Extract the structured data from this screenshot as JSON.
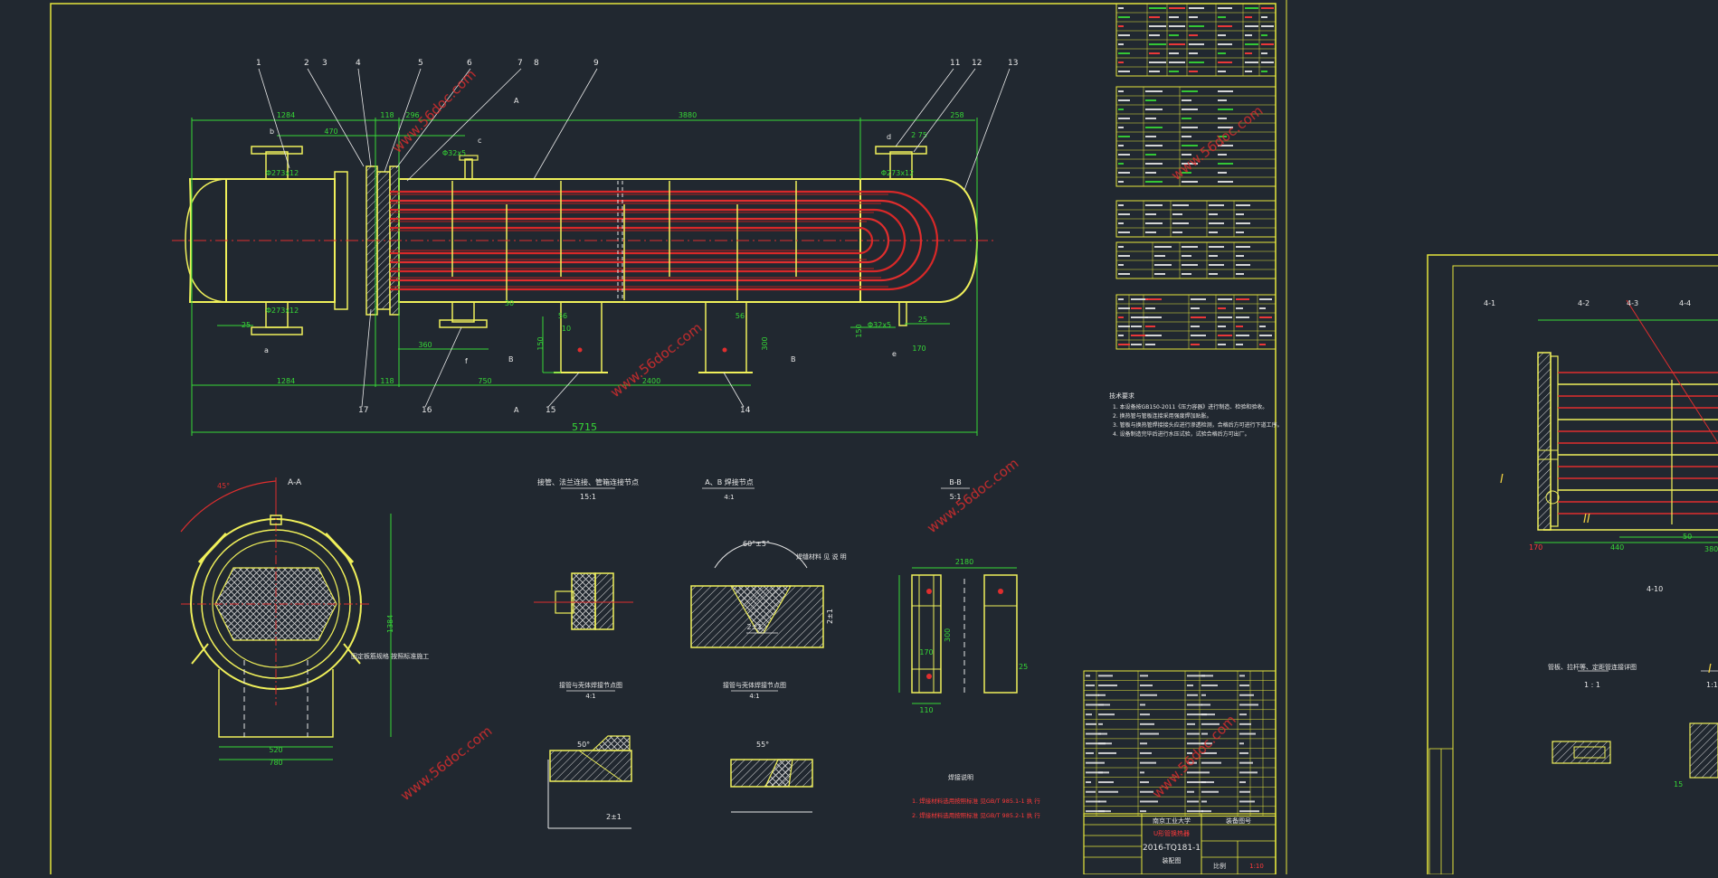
{
  "drawing": {
    "dim_total_length": "5715",
    "dim_upper": [
      "1284",
      "118",
      "296",
      "3880",
      "258"
    ],
    "dim_lower": [
      "1284",
      "118",
      "750",
      "2400"
    ],
    "dim_nozzles": [
      "470",
      "2 75",
      "Φ273x12",
      "Φ32x5",
      "Φ32x5",
      "Φ273x12",
      "Φ273x12"
    ],
    "dim_misc": [
      "25",
      "360",
      "25",
      "170",
      "56",
      "56",
      "150",
      "30",
      "300",
      "150",
      "10"
    ],
    "leader_numbers": [
      "1",
      "2",
      "3",
      "4",
      "5",
      "6",
      "7",
      "8",
      "9",
      "11",
      "12",
      "13",
      "17",
      "16",
      "15",
      "14"
    ],
    "nozzle_letters": [
      "b",
      "c",
      "d",
      "a",
      "f",
      "e"
    ],
    "section_letters": [
      "A",
      "A",
      "B",
      "B"
    ]
  },
  "views": {
    "aa_title": "A-A",
    "aa_angle": "45°",
    "aa_dims": [
      "1384",
      "520",
      "780"
    ],
    "aa_note": "固定板筋规格 按照标准施工",
    "detail1_title": "接管、法兰连接、管箱连接节点",
    "detail1_scale": "15:1",
    "detail2_title": "A、B 焊接节点",
    "detail2_scale": "4:1",
    "detail2_angle": "60°±5°",
    "detail2_note": "焊缝材料 见 说 明",
    "detail2_gap": "2±1",
    "detail2_dim": "2±1",
    "detail3_title": "B-B",
    "detail3_scale": "5:1",
    "detail3_dims": [
      "2180",
      "170",
      "300",
      "110",
      "25"
    ],
    "detail4_title": "接管与壳体焊接节点图",
    "detail4_scale": "4:1",
    "detail4_angle": "50°",
    "detail4_gap": "2±1",
    "detail5_title": "接管与壳体焊接节点图",
    "detail5_scale": "4:1",
    "detail5_angle": "55°",
    "red_notes_title": "焊接说明",
    "red_notes": [
      "1. 焊接材料选用按照标准  见GB/T 985.1-1   执 行",
      "2. 焊接材料选用按照标准  见GB/T 985.2-1  执 行"
    ],
    "tech_title": "技术要求",
    "tech_lines": [
      "1. 本设备按GB150-2011《压力容器》进行制造、检验和验收。",
      "2. 换热管与管板连接采用强度焊加贴胀。",
      "3. 管板与换热管焊接接头应进行渗透检测，合格后方可进行下道工序。",
      "4. 设备制造完毕后进行水压试验，试验合格后方可出厂。"
    ]
  },
  "title_block": {
    "school": "南京工业大学",
    "drawing_name": "U形管换热器",
    "drawing_code": "2016-TQ181-1",
    "sheet_label": "装配图",
    "doc_code": "装备图号",
    "scale_label": "比例",
    "scale_value": "1:10"
  },
  "right_view": {
    "leaders": [
      "4-1",
      "4-2",
      "4-3",
      "4-4",
      "4-10"
    ],
    "roman_labels": [
      "I",
      "II",
      "I"
    ],
    "dims": [
      "170",
      "440",
      "50",
      "380",
      "15"
    ],
    "caption": "管板、拉杆等、定距管连接详图",
    "caption_scale": "1 : 1",
    "caption2_scale": "1:1"
  },
  "watermark": "www.56doc.com",
  "colors": {
    "background": "#212830",
    "frame": "#e6e63c",
    "dim": "#36d836",
    "tubes": "#e02e2e",
    "outline": "#f0f05a",
    "white": "#e8e8e8"
  }
}
